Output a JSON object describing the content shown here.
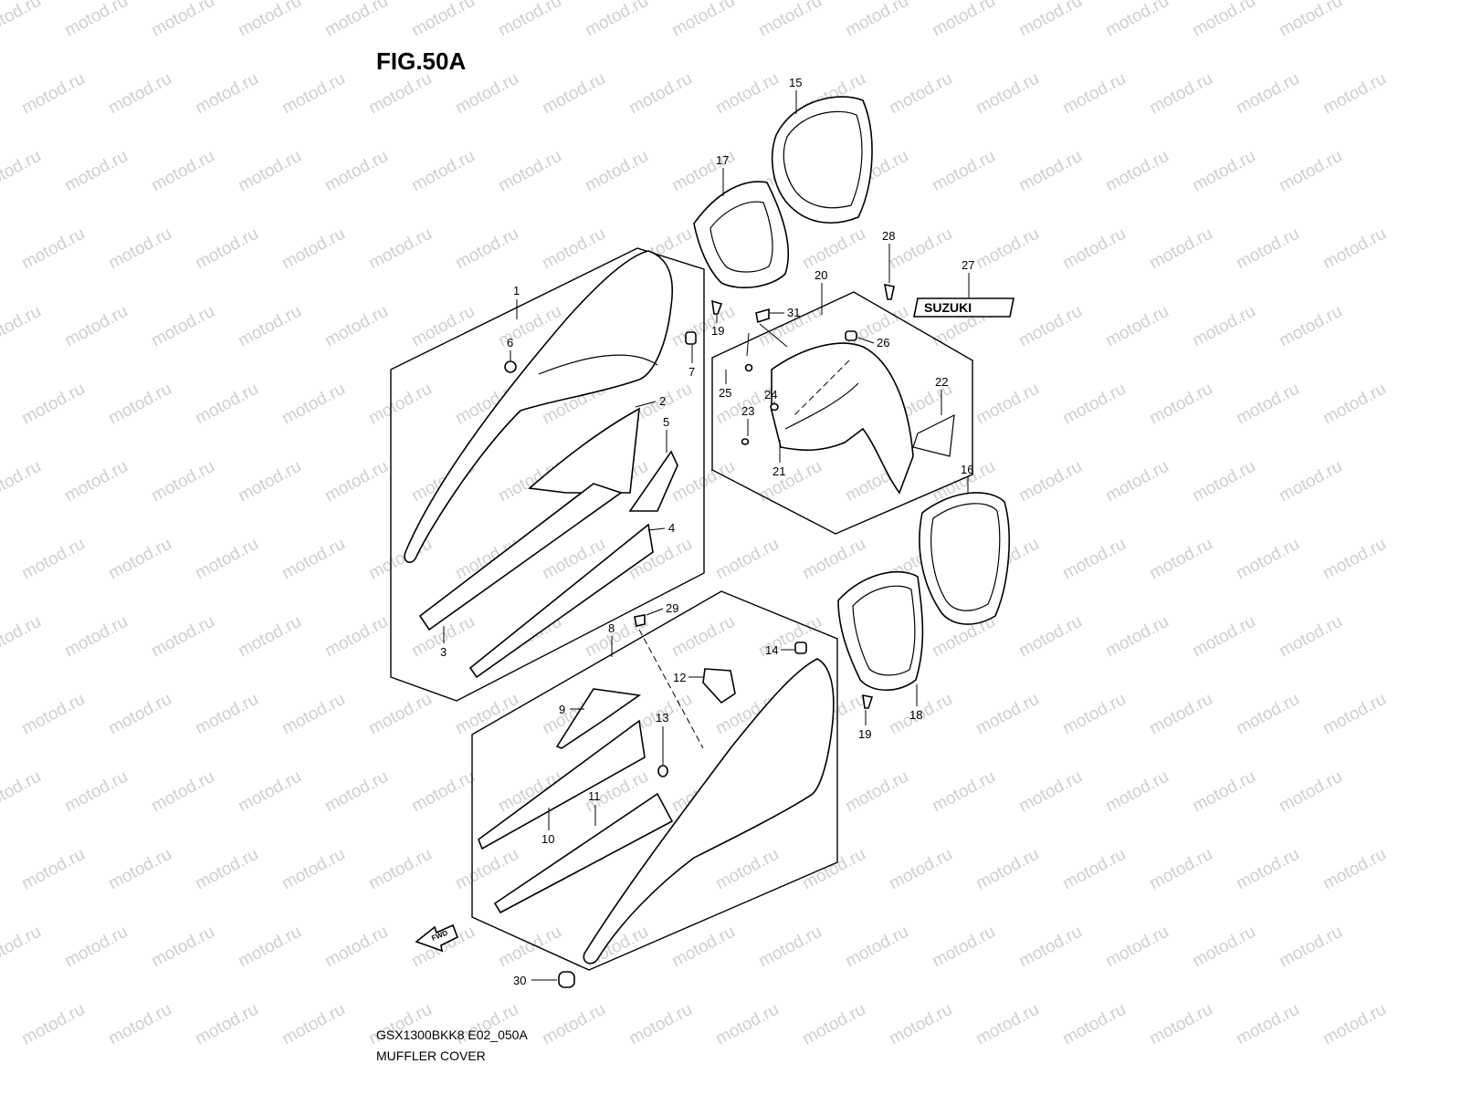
{
  "figure": {
    "title": "FIG.50A",
    "model_code": "GSX1300BKK8 E02_050A",
    "caption": "MUFFLER COVER",
    "watermark": "motod.ru",
    "emblem_text": "SUZUKI",
    "fwd_label": "FWD"
  },
  "callouts": [
    "1",
    "2",
    "3",
    "4",
    "5",
    "6",
    "7",
    "8",
    "9",
    "10",
    "11",
    "12",
    "13",
    "14",
    "15",
    "16",
    "17",
    "18",
    "19",
    "19",
    "20",
    "21",
    "22",
    "23",
    "24",
    "25",
    "26",
    "27",
    "28",
    "29",
    "30",
    "31"
  ]
}
